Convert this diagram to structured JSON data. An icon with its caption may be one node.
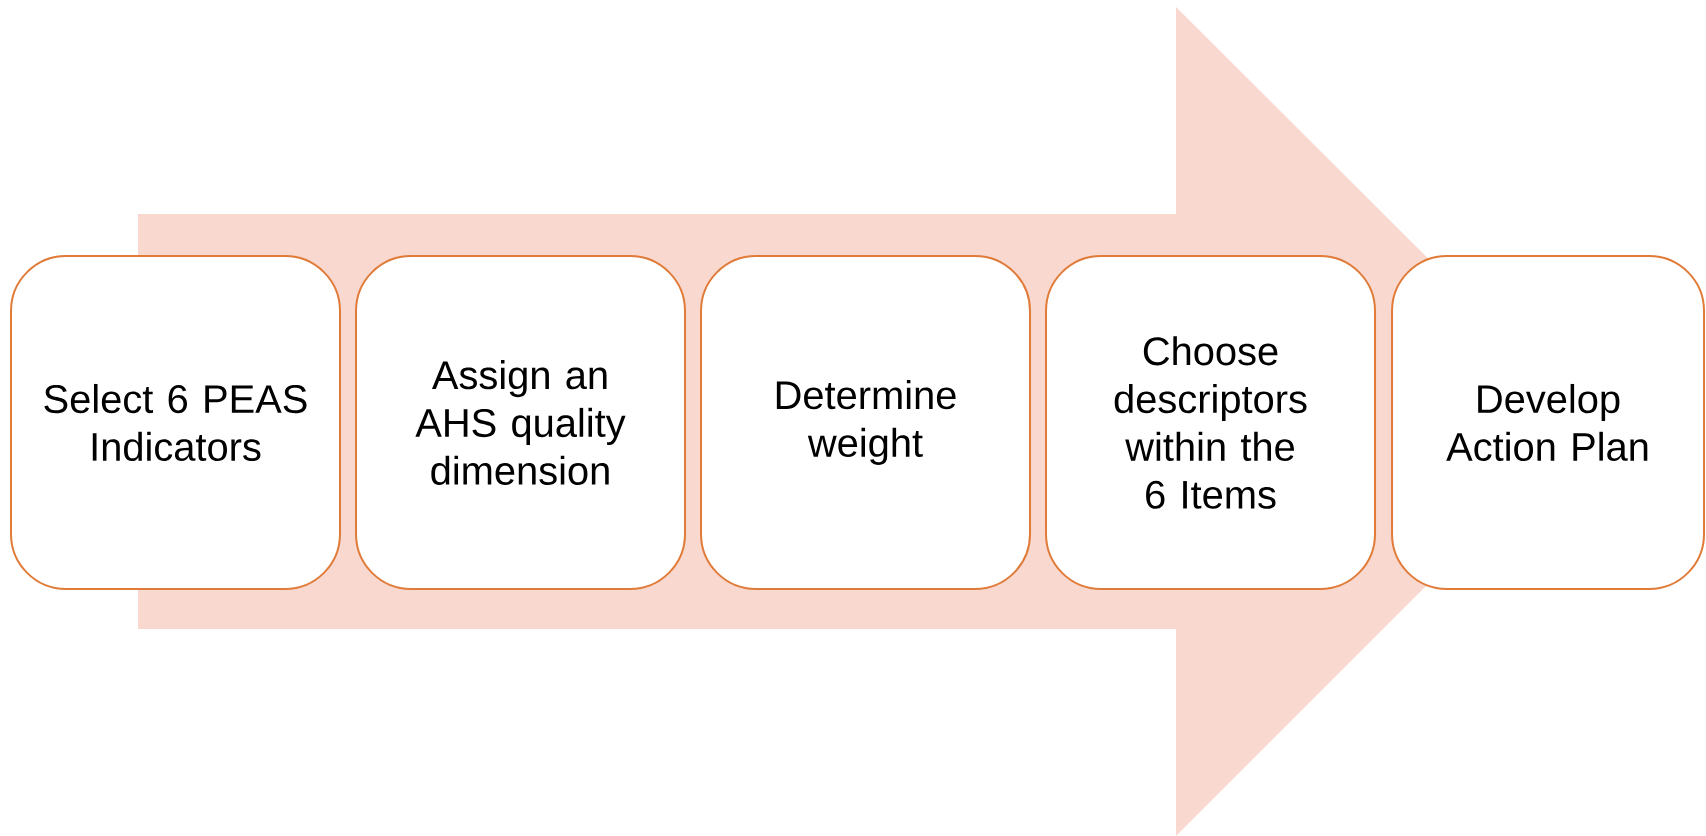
{
  "diagram": {
    "nodes": [
      {
        "text": [
          "Select 6 PEAS Indicators"
        ]
      },
      {
        "text": [
          "Assign an AHS quality dimension"
        ]
      },
      {
        "text": [
          "Determine weight"
        ]
      },
      {
        "text": [
          "Choose descriptors within the 6 Items"
        ]
      },
      {
        "text": [
          "Develop Action Plan"
        ]
      }
    ],
    "edges": [
      {
        "from": 0,
        "to": 4,
        "arrow": "to"
      }
    ]
  }
}
